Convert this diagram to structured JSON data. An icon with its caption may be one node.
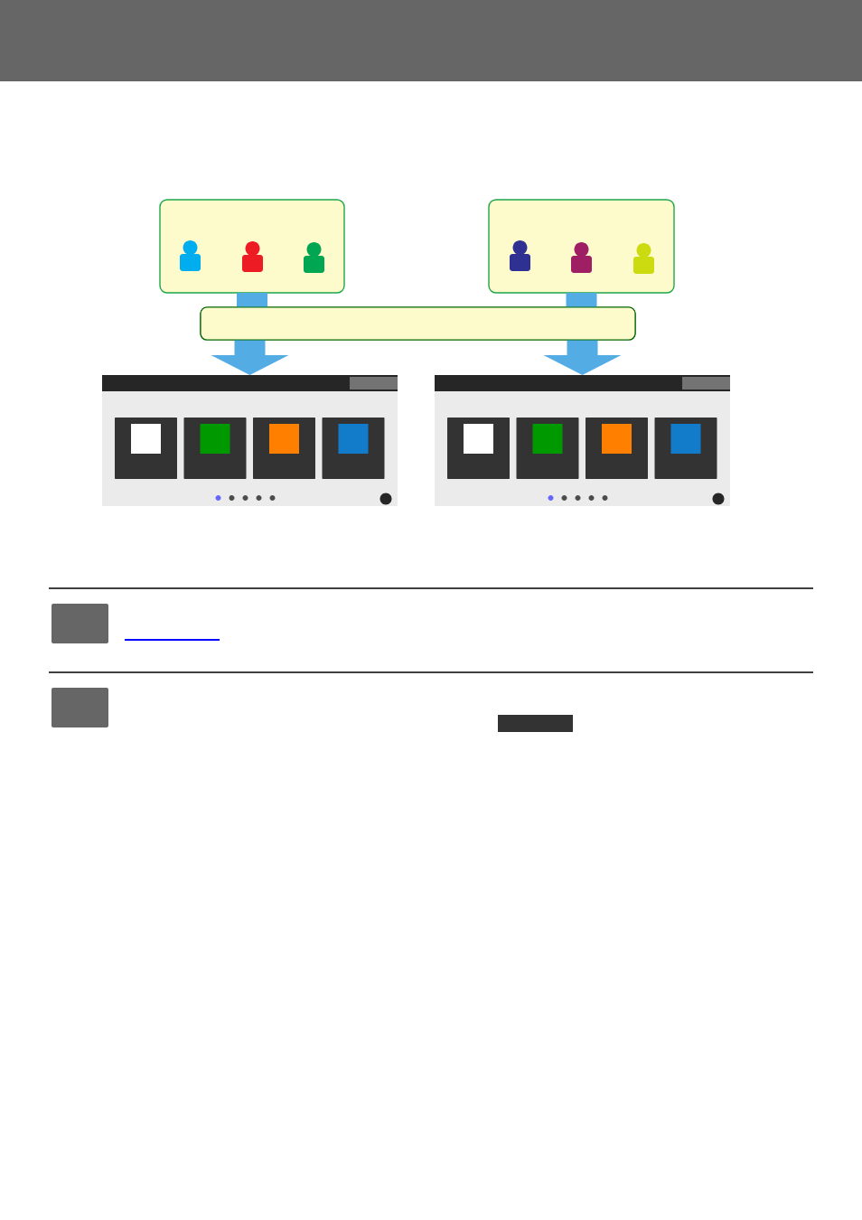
{
  "diagram": {
    "nodes": [
      {
        "text": [],
        "shape": "box"
      },
      {
        "text": [],
        "shape": "person",
        "in": 0
      },
      {
        "text": [],
        "shape": "person",
        "in": 0
      },
      {
        "text": [],
        "shape": "person",
        "in": 0
      },
      {
        "text": [],
        "shape": "box"
      },
      {
        "text": [],
        "shape": "person",
        "in": 4
      },
      {
        "text": [],
        "shape": "person",
        "in": 4
      },
      {
        "text": [],
        "shape": "person",
        "in": 4
      },
      {
        "text": [],
        "shape": "box"
      },
      {
        "text": [],
        "shape": "picture"
      },
      {
        "text": [],
        "shape": "picture"
      }
    ],
    "edges": [
      {
        "from": 0,
        "to": 8,
        "arrow": "none"
      },
      {
        "from": 8,
        "to": 9,
        "arrow": "to"
      },
      {
        "from": 4,
        "to": 8,
        "arrow": "none"
      },
      {
        "from": 8,
        "to": 10,
        "arrow": "to"
      }
    ]
  }
}
